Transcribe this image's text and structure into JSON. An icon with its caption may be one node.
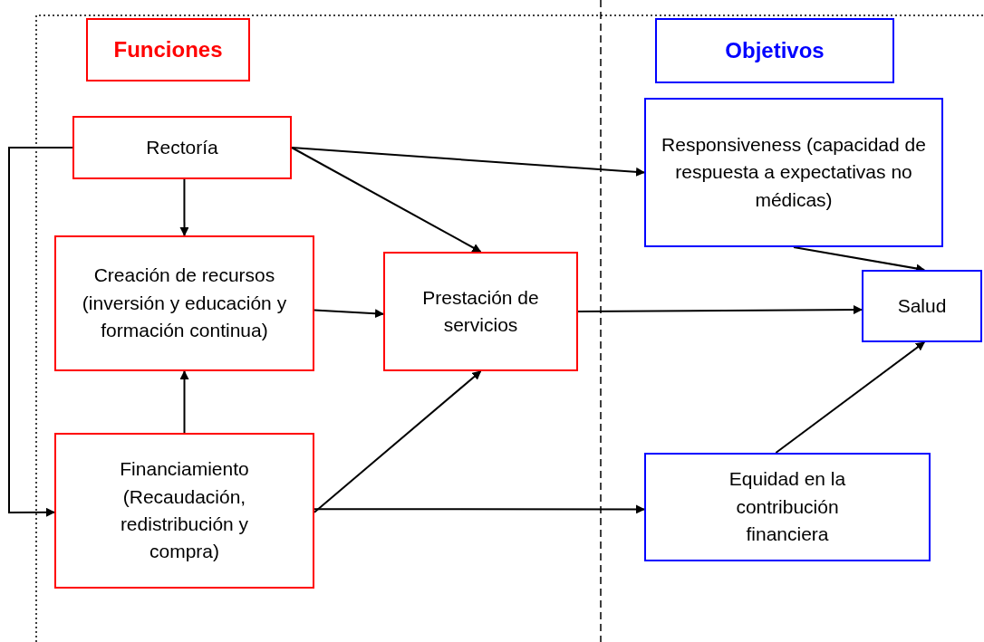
{
  "diagram": {
    "nodes": [
      {
        "text": [
          "Funciones"
        ]
      },
      {
        "text": [
          "Objetivos"
        ]
      },
      {
        "text": [
          "Rectoría"
        ]
      },
      {
        "text": [
          "Creación de recursos (inversión y educación y formación continua)"
        ]
      },
      {
        "text": [
          "Prestación de servicios"
        ]
      },
      {
        "text": [
          "Financiamiento (Recaudación, redistribución y compra)"
        ]
      },
      {
        "text": [
          "Responsiveness (capacidad de respuesta a expectativas no médicas)"
        ]
      },
      {
        "text": [
          "Salud"
        ]
      },
      {
        "text": [
          "Equidad en la contribución financiera"
        ]
      }
    ],
    "edges": [
      {
        "from": 2,
        "to": 6,
        "arrow": "to"
      },
      {
        "from": 2,
        "to": 4,
        "arrow": "to"
      },
      {
        "from": 2,
        "to": 3,
        "arrow": "to"
      },
      {
        "from": 2,
        "to": 5,
        "arrow": "to"
      },
      {
        "from": 3,
        "to": 4,
        "arrow": "to"
      },
      {
        "from": 5,
        "to": 3,
        "arrow": "to"
      },
      {
        "from": 5,
        "to": 4,
        "arrow": "to"
      },
      {
        "from": 5,
        "to": 8,
        "arrow": "to"
      },
      {
        "from": 4,
        "to": 7,
        "arrow": "to"
      },
      {
        "from": 6,
        "to": 7,
        "arrow": "to"
      },
      {
        "from": 8,
        "to": 7,
        "arrow": "to"
      }
    ]
  }
}
